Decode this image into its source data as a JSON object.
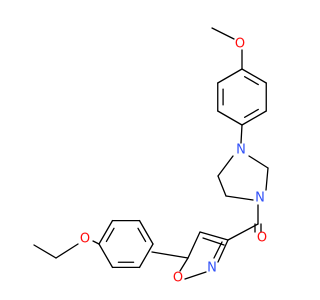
{
  "molecule": {
    "atoms": [
      {
        "id": "O_methoxy",
        "label": "O",
        "color": "#ff0d0d"
      },
      {
        "id": "N_piperazine_top",
        "label": "N",
        "color": "#3050f8"
      },
      {
        "id": "N_piperazine_bottom",
        "label": "N",
        "color": "#3050f8"
      },
      {
        "id": "O_carbonyl",
        "label": "O",
        "color": "#ff0d0d"
      },
      {
        "id": "N_isoxazole",
        "label": "N",
        "color": "#3050f8"
      },
      {
        "id": "O_isoxazole",
        "label": "O",
        "color": "#ff0d0d"
      },
      {
        "id": "O_ethoxy",
        "label": "O",
        "color": "#ff0d0d"
      }
    ],
    "bond_color": "#000000"
  }
}
